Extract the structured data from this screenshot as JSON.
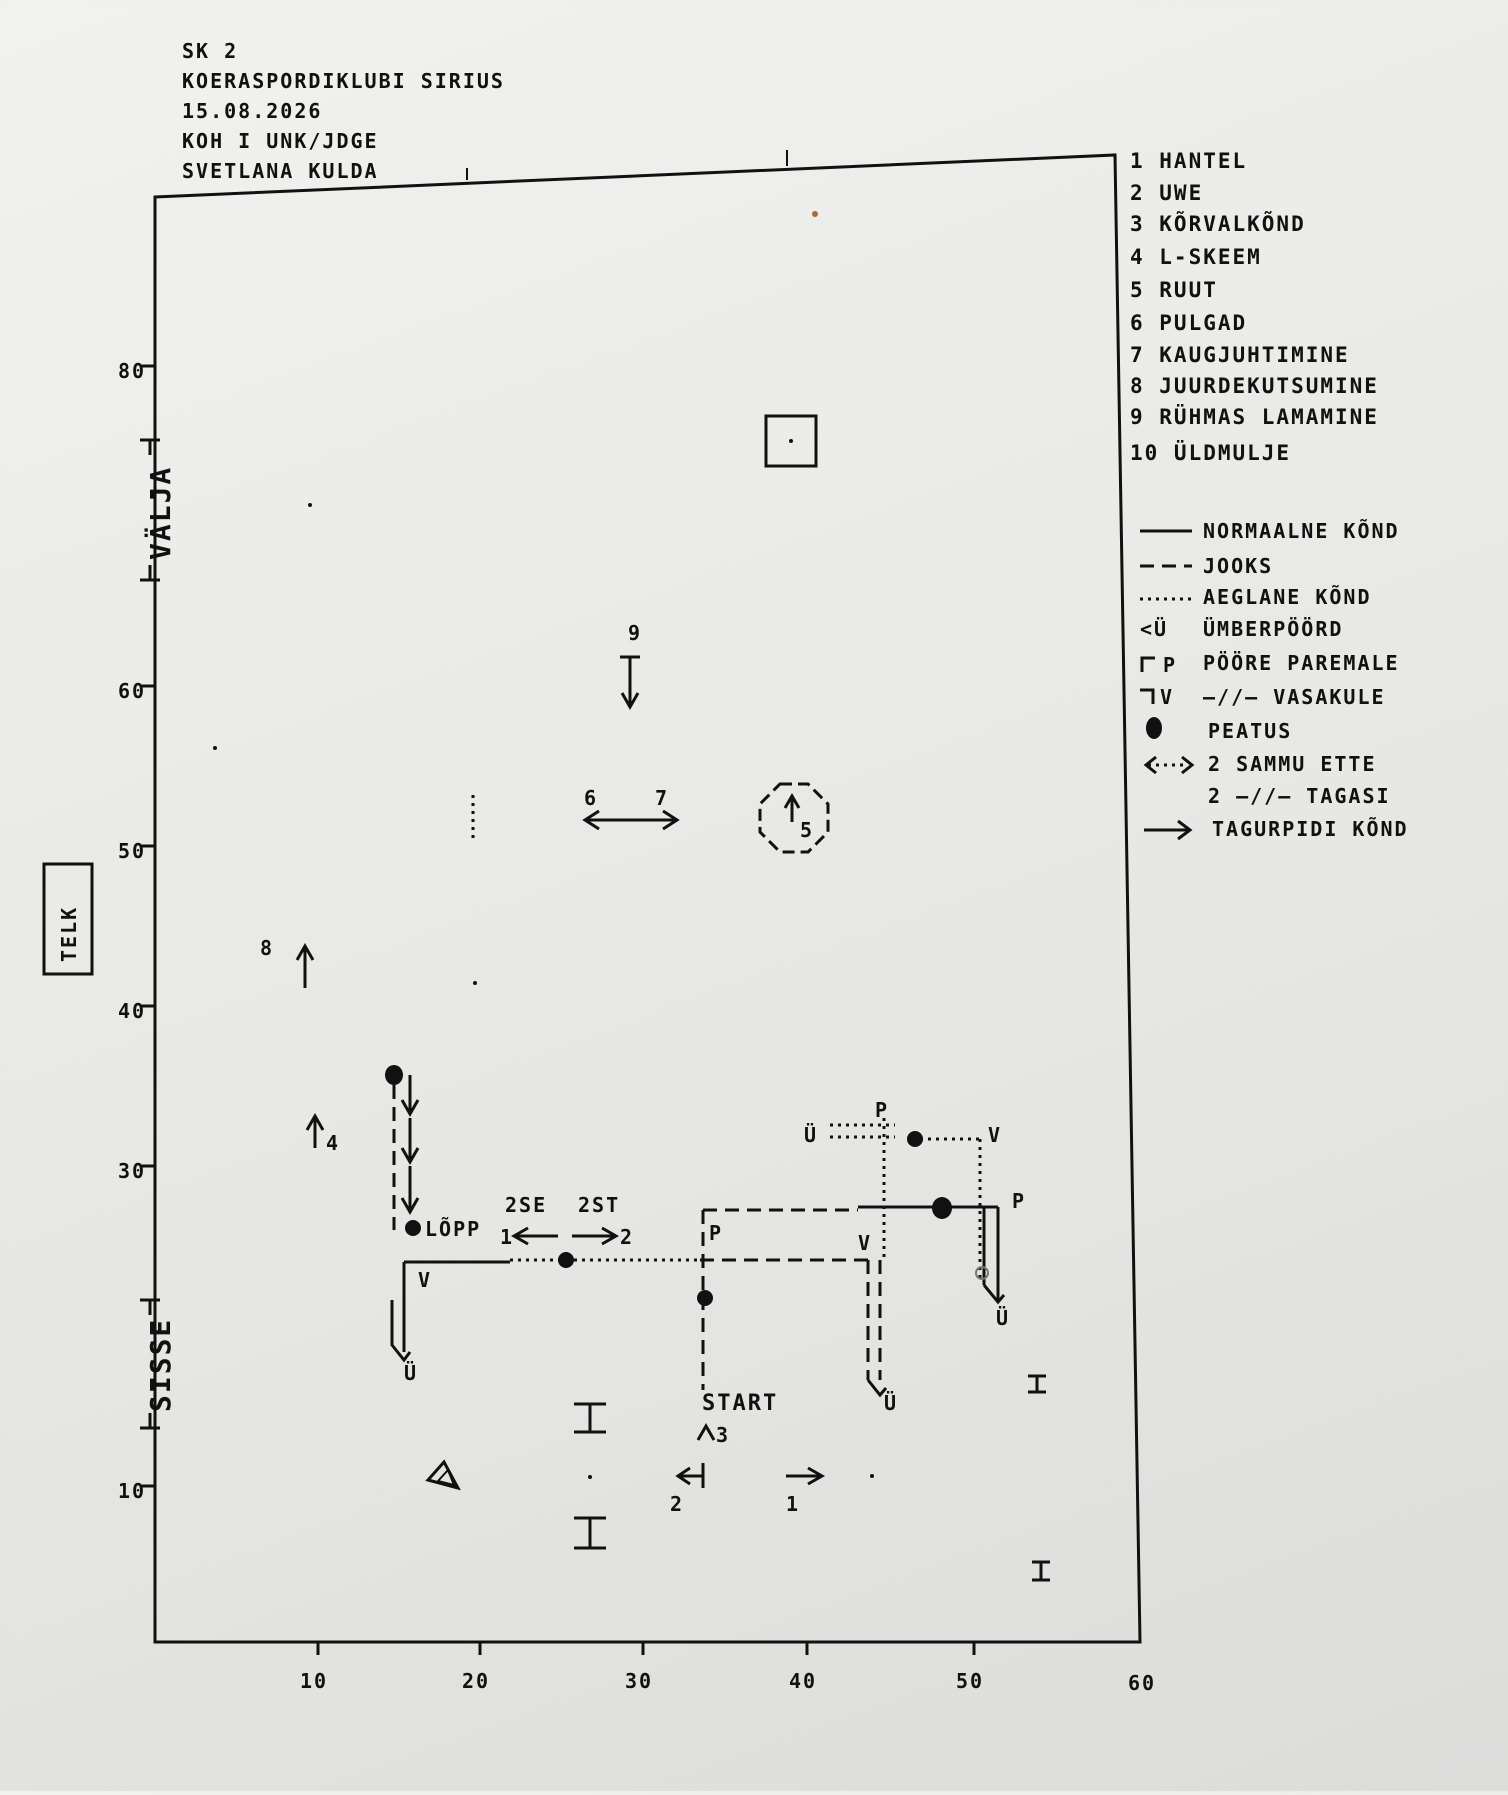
{
  "header": {
    "line1": "SK 2",
    "line2": "KOERASPORDIKLUBI SIRIUS",
    "line3": "15.08.2026",
    "line4": "KOH I UNK/JDGE",
    "line5": "SVETLANA KULDA"
  },
  "axis": {
    "x_ticks": [
      "10",
      "20",
      "30",
      "40",
      "50",
      "60"
    ],
    "y_ticks": [
      "80",
      "60",
      "50",
      "40",
      "30",
      "10"
    ]
  },
  "side_labels": {
    "out": "VÄLJA",
    "in": "SISSE",
    "tent": "TELK"
  },
  "exercises": [
    "1 HANTEL",
    "2 UWE",
    "3 KÕRVALKÕND",
    "4 L-SKEEM",
    "5 RUUT",
    "6 PULGAD",
    "7 KAUGJUHTIMINE",
    "8 JUURDEKUTSUMINE",
    "9 RÜHMAS LAMAMINE",
    "10 ÜLDMULJE"
  ],
  "legend": [
    {
      "label": "NORMAALNE KÕND"
    },
    {
      "label": "JOOKS"
    },
    {
      "label": "AEGLANE KÕND"
    },
    {
      "symbol": "<Ü",
      "label": "ÜMBERPÖÖRD"
    },
    {
      "symbol": "P",
      "label": "PÖÖRE PAREMALE"
    },
    {
      "symbol": "V",
      "label": "—//— VASAKULE"
    },
    {
      "label": "PEATUS"
    },
    {
      "label": "2 SAMMU ETTE"
    },
    {
      "label": "2 —//— TAGASI"
    },
    {
      "label": "TAGURPIDI KÕND"
    }
  ],
  "map_labels": {
    "n9": "9",
    "n6": "6",
    "n7": "7",
    "n5": "5",
    "n8": "8",
    "n4": "4",
    "lopp": "LÕPP",
    "twoSE": "2SE",
    "twoST": "2ST",
    "se1": "1",
    "st2": "2",
    "start": "START",
    "n3": "3",
    "n2": "2",
    "n1": "1",
    "P": "P",
    "V": "V",
    "U": "Ü"
  }
}
